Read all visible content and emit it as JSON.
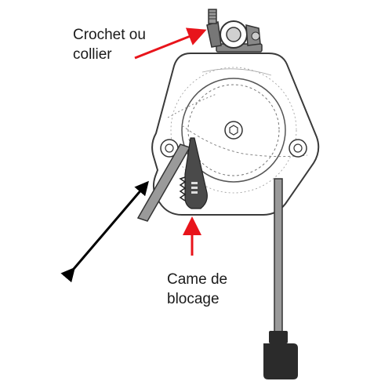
{
  "labels": {
    "hook_line1": "Crochet ou",
    "hook_line2": "collier",
    "cam_line1": "Came de",
    "cam_line2": "blocage"
  },
  "colors": {
    "annotation_arrow": "#e8141b",
    "motion_arrow": "#000000",
    "outline": "#3a3a3a",
    "dark_part": "#2b2b2b"
  },
  "icons": [
    "hook-clamp-icon",
    "weight-icon"
  ]
}
